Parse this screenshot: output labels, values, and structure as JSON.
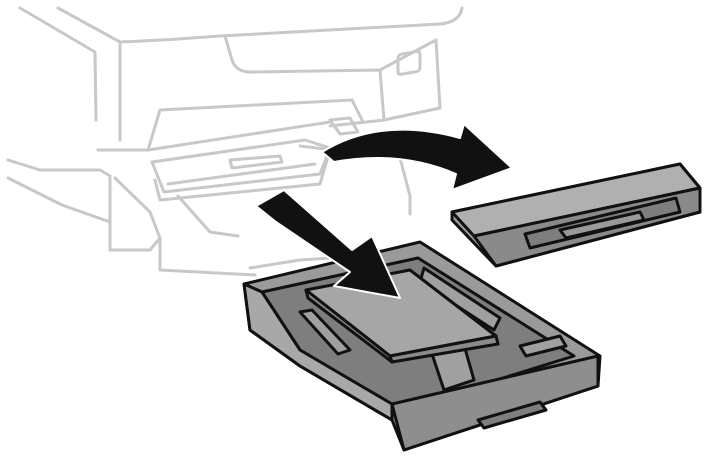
{
  "illustration": {
    "subject": "printer-paper-cassette-replacement",
    "colors": {
      "background": "#ffffff",
      "printer_outline": "#c8c8c8",
      "part_fill": "#9a9a9a",
      "part_shade": "#7e7e7e",
      "part_outline": "#111111",
      "paper": "#a6a6a6",
      "arrow": "#111111"
    },
    "icons": [
      "printer-body-outline",
      "output-tray-outline",
      "cassette-cover",
      "paper-cassette",
      "paper-stack",
      "remove-cover-arrow",
      "insert-cassette-arrow"
    ]
  }
}
